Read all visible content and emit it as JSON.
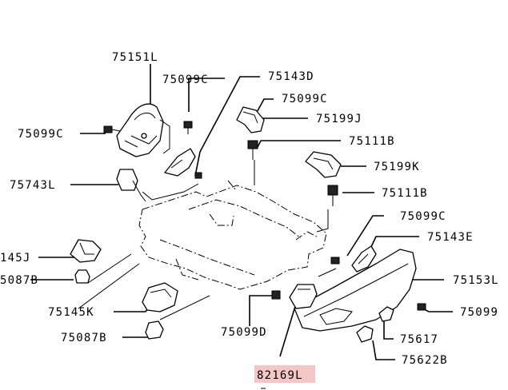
{
  "diagram": {
    "labels": [
      {
        "id": "75151L",
        "text": "75151L"
      },
      {
        "id": "75099C_a",
        "text": "75099C"
      },
      {
        "id": "75143D",
        "text": "75143D"
      },
      {
        "id": "75099C_b",
        "text": "75099C"
      },
      {
        "id": "75199J",
        "text": "75199J"
      },
      {
        "id": "75099C_c",
        "text": "75099C"
      },
      {
        "id": "75111B_a",
        "text": "75111B"
      },
      {
        "id": "75199K",
        "text": "75199K"
      },
      {
        "id": "75743L",
        "text": "75743L"
      },
      {
        "id": "75111B_b",
        "text": "75111B"
      },
      {
        "id": "75099C_d",
        "text": "75099C"
      },
      {
        "id": "145J",
        "text": "145J"
      },
      {
        "id": "75143E",
        "text": "75143E"
      },
      {
        "id": "5087B",
        "text": "5087B"
      },
      {
        "id": "75153L",
        "text": "75153L"
      },
      {
        "id": "75145K",
        "text": "75145K"
      },
      {
        "id": "75099",
        "text": "75099"
      },
      {
        "id": "75087B",
        "text": "75087B"
      },
      {
        "id": "75617",
        "text": "75617"
      },
      {
        "id": "75099D",
        "text": "75099D"
      },
      {
        "id": "75622B",
        "text": "75622B"
      },
      {
        "id": "82169L",
        "text": "82169L"
      }
    ],
    "highlight_color": "#f4c7c7"
  }
}
